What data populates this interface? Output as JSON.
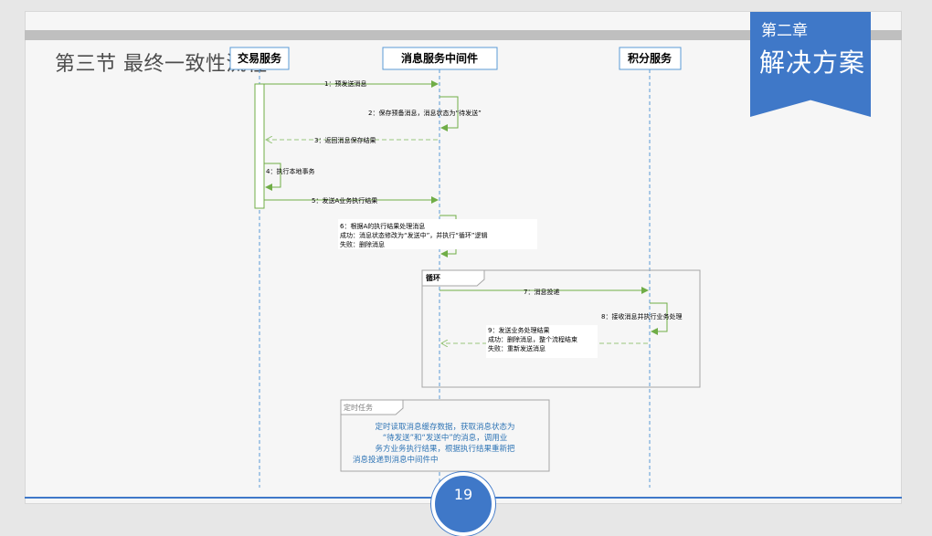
{
  "slide": {
    "section_title": "第三节  最终一致性流程",
    "chapter_number": "第二章",
    "chapter_name": "解决方案",
    "page_number": "19"
  },
  "diagram": {
    "participants": [
      {
        "id": "trade",
        "label": "交易服务"
      },
      {
        "id": "mq",
        "label": "消息服务中间件"
      },
      {
        "id": "points",
        "label": "积分服务"
      }
    ],
    "messages": [
      {
        "label": "1：预发送消息"
      },
      {
        "label": "2：保存预备消息，消息状态为“待发送”"
      },
      {
        "label": "3：返回消息保存结果"
      },
      {
        "label": "4：执行本地事务"
      },
      {
        "label": "5：发送A业务执行结果"
      },
      {
        "lines": [
          "6：根据A的执行结果处理消息",
          "成功：消息状态修改为“发送中”，并执行“循环”逻辑",
          "失败：删除消息"
        ]
      },
      {
        "label": "7：消息投递"
      },
      {
        "label": "8：接收消息并执行业务处理"
      },
      {
        "lines": [
          "9：发送业务处理结果",
          "成功：删除消息，整个流程结束",
          "失败：重新发送消息"
        ]
      }
    ],
    "loop_label": "循环",
    "timer": {
      "label": "定时任务",
      "lines": [
        "定时读取消息缓存数据，获取消息状态为",
        "“待发送”和“发送中”的消息，调用业",
        "务方业务执行结果，根据执行结果重新把",
        "消息投递到消息中间件中"
      ]
    },
    "colors": {
      "lifeline": "#5b9bd5",
      "arrow": "#70ad47",
      "activation": "#70ad47",
      "note_text": "#2e74b5",
      "header_border": "#5b9bd5"
    }
  }
}
